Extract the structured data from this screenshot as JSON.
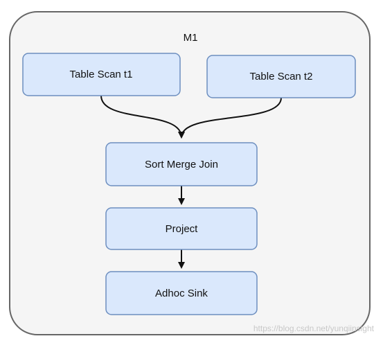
{
  "diagram": {
    "container": {
      "title": "M1"
    },
    "nodes": {
      "table_scan_t1": "Table Scan t1",
      "table_scan_t2": "Table Scan t2",
      "sort_merge_join": "Sort Merge Join",
      "project": "Project",
      "adhoc_sink": "Adhoc Sink"
    }
  },
  "watermark": "https://blog.csdn.net/yunqiinsight",
  "colors": {
    "container_fill": "#f5f5f5",
    "container_stroke": "#666666",
    "node_fill": "#dae8fc",
    "node_stroke": "#6c8ebf",
    "edge": "#111111"
  }
}
